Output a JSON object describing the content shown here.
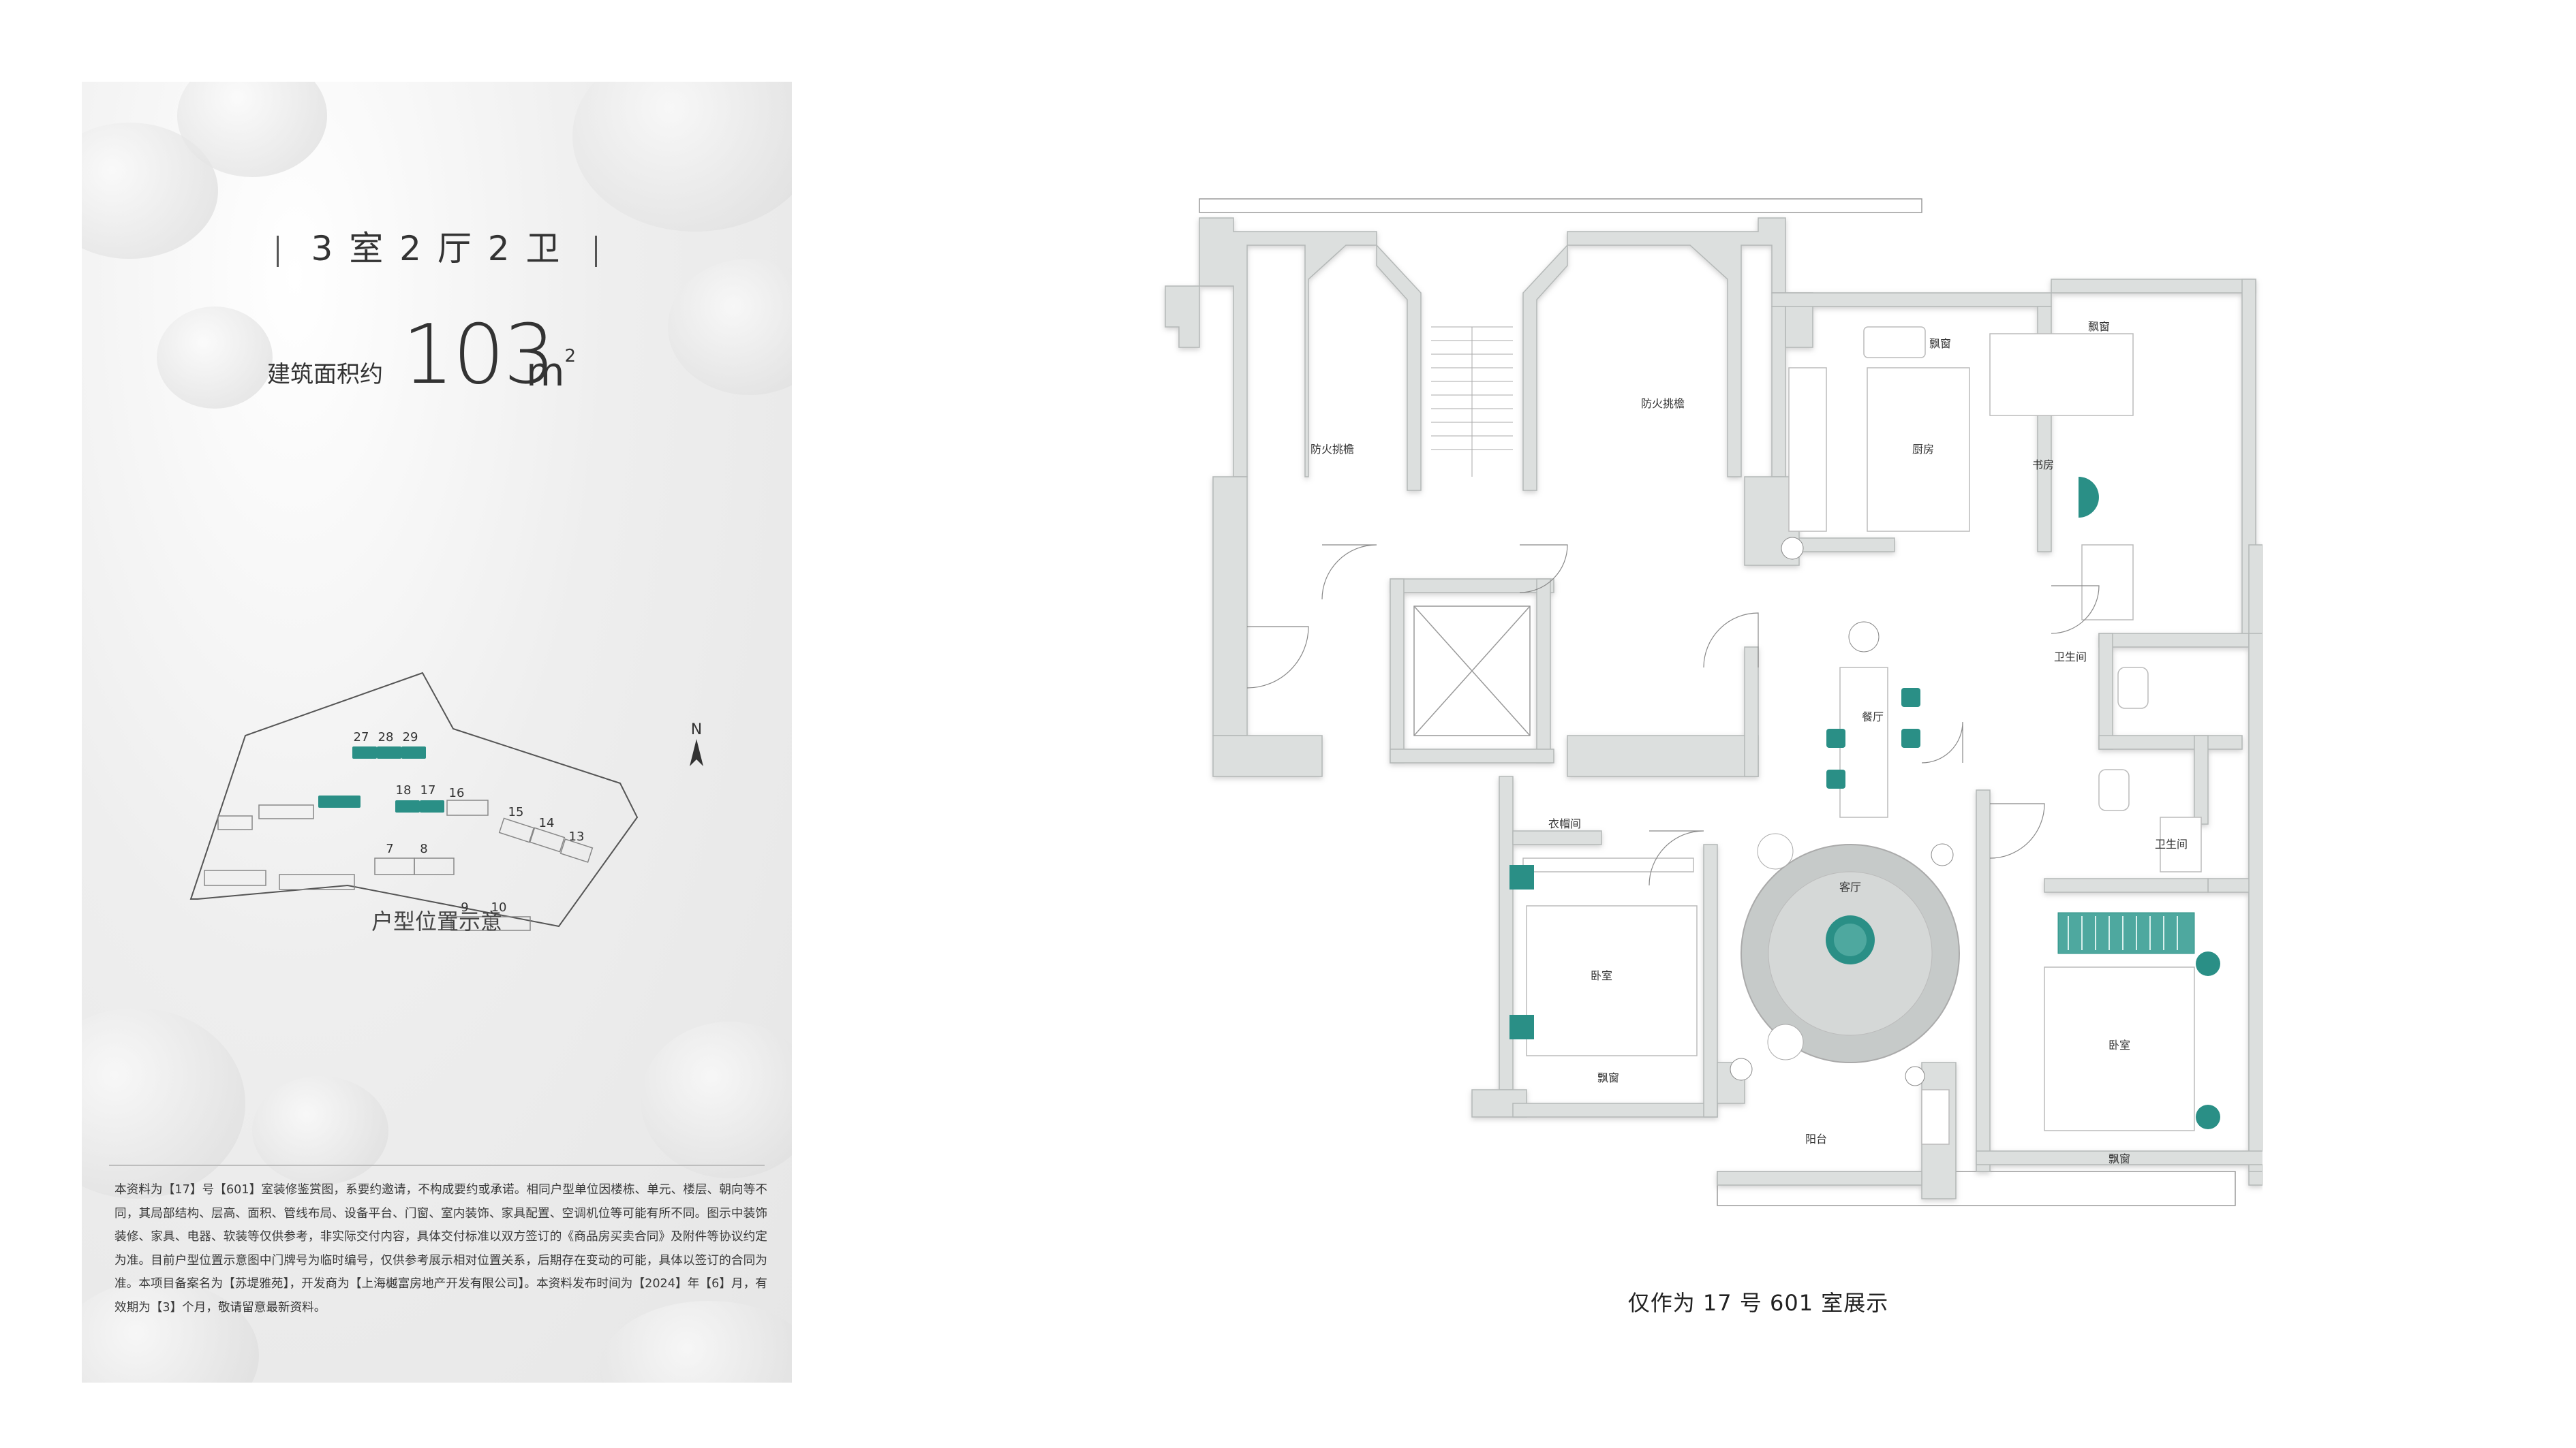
{
  "info": {
    "layout_text": "3 室 2 厅 2 卫",
    "area_label": "建筑面积约",
    "area_value": "103",
    "area_unit": "m",
    "area_unit_sup": "2"
  },
  "site_map": {
    "compass": "N",
    "caption": "户型位置示意",
    "buildings": [
      "27",
      "28",
      "29",
      "18",
      "17",
      "16",
      "15",
      "14",
      "13",
      "7",
      "8",
      "9",
      "10"
    ],
    "highlight_color": "#2a8f86"
  },
  "disclaimer": "本资料为【17】号【601】室装修鉴赏图，系要约邀请，不构成要约或承诺。相同户型单位因楼栋、单元、楼层、朝向等不同，其局部结构、层高、面积、管线布局、设备平台、门窗、室内装饰、家具配置、空调机位等可能有所不同。图示中装饰装修、家具、电器、软装等仅供参考，非实际交付内容，具体交付标准以双方签订的《商品房买卖合同》及附件等协议约定为准。目前户型位置示意图中门牌号为临时编号，仅供参考展示相对位置关系，后期存在变动的可能，具体以签订的合同为准。本项目备案名为【苏堤雅苑】，开发商为【上海樾富房地产开发有限公司】。本资料发布时间为【2024】年【6】月，有效期为【3】个月，敬请留意最新资料。",
  "floor_plan": {
    "caption": "仅作为 17 号 601 室展示",
    "accent_color": "#2a8f86",
    "wall_color": "#dcdfde",
    "rooms": {
      "fire_stair_left": "防火挑檐",
      "fire_stair_right": "防火挑檐",
      "kitchen": "厨房",
      "bay_window_kitchen": "飘窗",
      "bay_window_study": "飘窗",
      "study": "书房",
      "bath1": "卫生间",
      "dining": "餐厅",
      "bath2": "卫生间",
      "closet": "衣帽间",
      "living": "客厅",
      "bedroom_left": "卧室",
      "bay_window_left": "飘窗",
      "balcony": "阳台",
      "bedroom_right": "卧室",
      "bay_window_right": "飘窗"
    }
  }
}
